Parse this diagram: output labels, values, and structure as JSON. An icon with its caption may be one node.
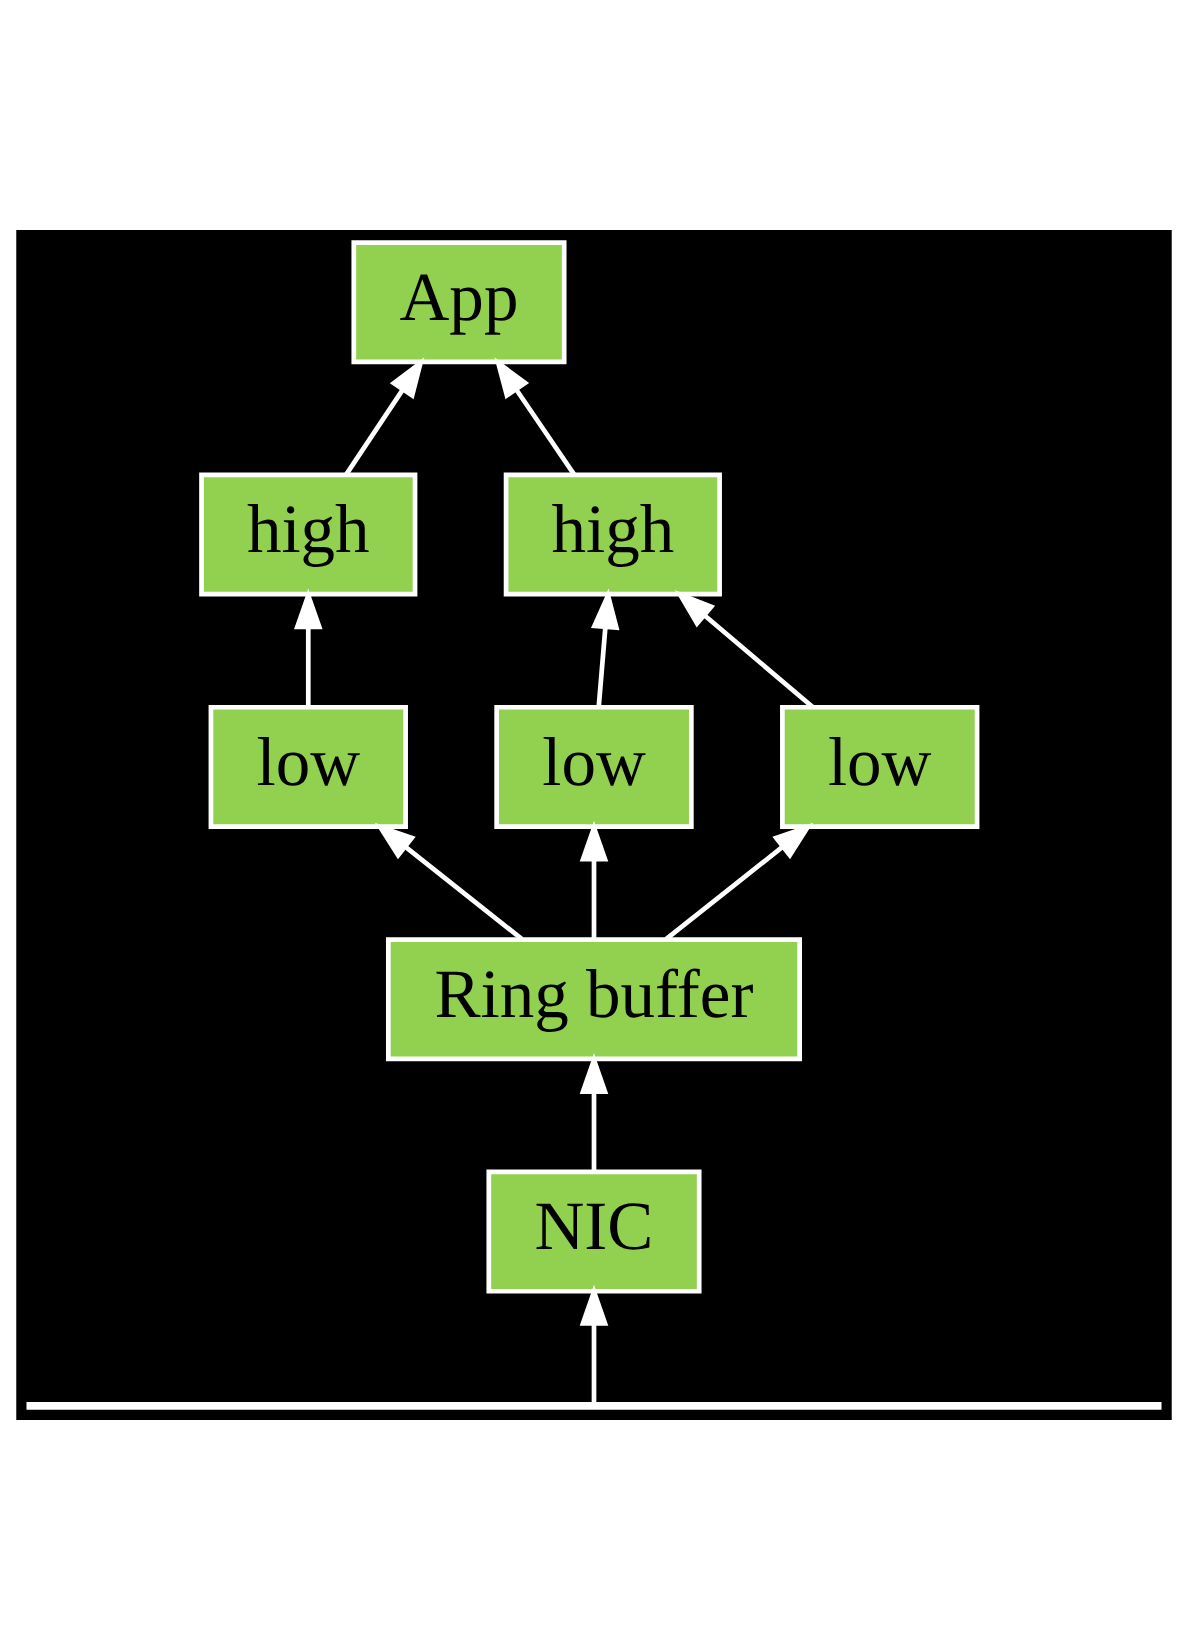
{
  "diagram": {
    "nodes": [
      {
        "text": [
          "App"
        ]
      },
      {
        "text": [
          "high"
        ]
      },
      {
        "text": [
          "high"
        ]
      },
      {
        "text": [
          "low"
        ]
      },
      {
        "text": [
          "low"
        ]
      },
      {
        "text": [
          "low"
        ]
      },
      {
        "text": [
          "Ring buffer"
        ]
      },
      {
        "text": [
          "NIC"
        ]
      },
      {
        "text": [],
        "shape": "bar"
      }
    ],
    "edges": [
      {
        "from": 1,
        "to": 0,
        "arrow": "to"
      },
      {
        "from": 2,
        "to": 0,
        "arrow": "to"
      },
      {
        "from": 3,
        "to": 1,
        "arrow": "to"
      },
      {
        "from": 4,
        "to": 2,
        "arrow": "to"
      },
      {
        "from": 5,
        "to": 2,
        "arrow": "to"
      },
      {
        "from": 6,
        "to": 3,
        "arrow": "to"
      },
      {
        "from": 6,
        "to": 4,
        "arrow": "to"
      },
      {
        "from": 6,
        "to": 5,
        "arrow": "to"
      },
      {
        "from": 7,
        "to": 6,
        "arrow": "to"
      },
      {
        "from": 8,
        "to": 7,
        "arrow": "to"
      }
    ]
  }
}
